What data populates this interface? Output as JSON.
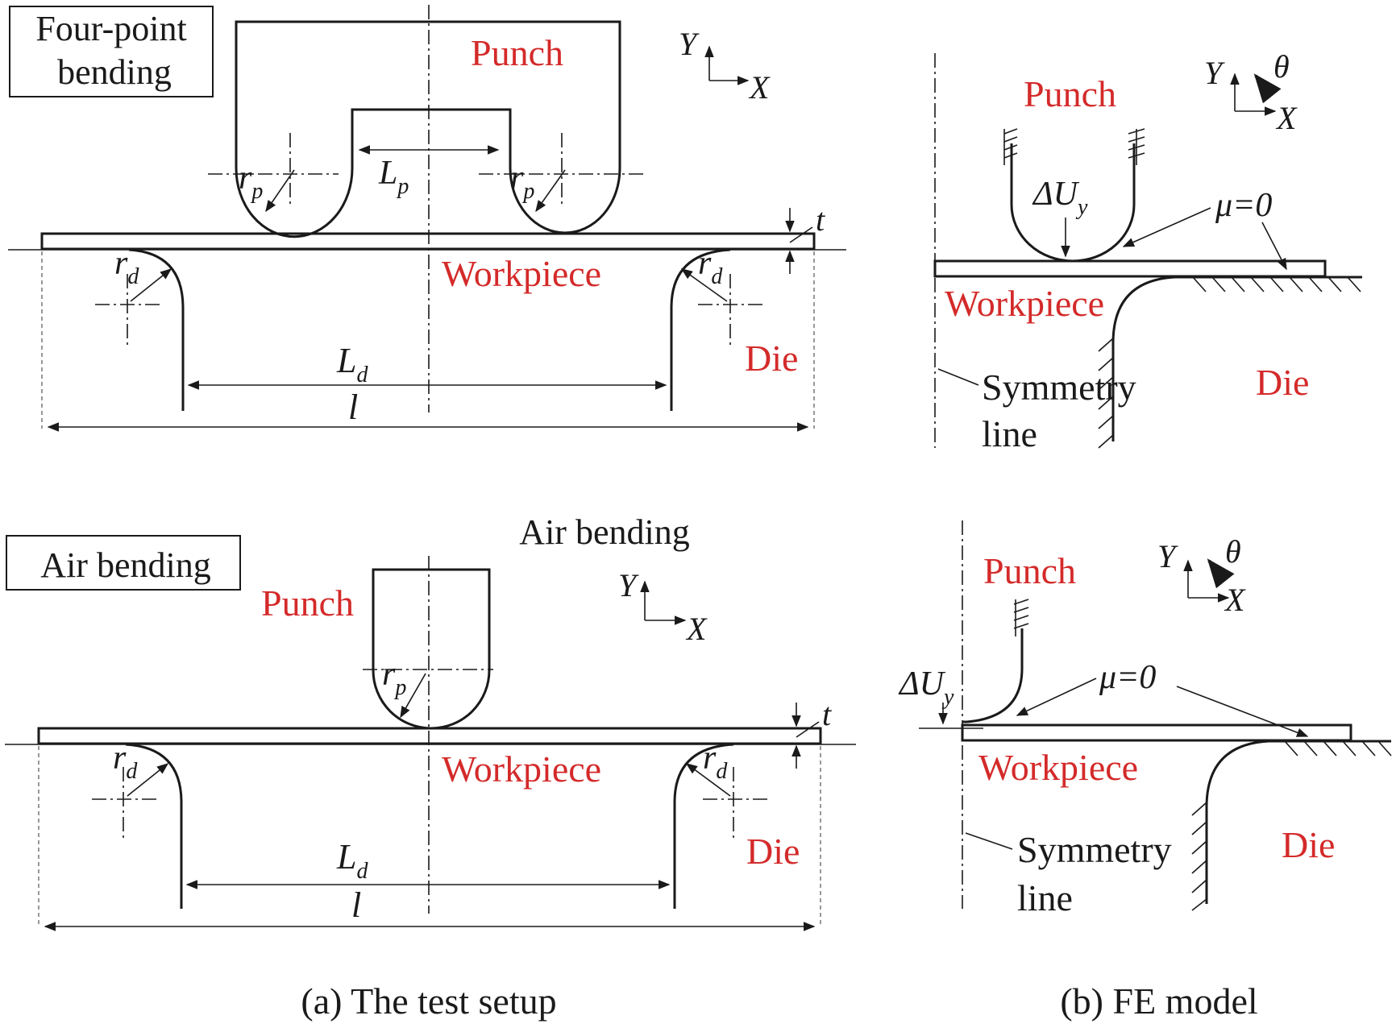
{
  "panel_a": {
    "box_four_point_line1": "Four-point",
    "box_four_point_line2": "bending",
    "box_air": "Air bending",
    "air_heading": "Air bending",
    "caption": "(a) The test setup"
  },
  "panel_b": {
    "caption": "(b) FE model"
  },
  "labels": {
    "punch": "Punch",
    "workpiece": "Workpiece",
    "die": "Die",
    "symmetry_line1": "Symmetry",
    "symmetry_line2": "line"
  },
  "symbols": {
    "x": "X",
    "y": "Y",
    "theta": "θ",
    "rp_main": "r",
    "rp_sub": "p",
    "rd_main": "r",
    "rd_sub": "d",
    "lp_main": "L",
    "lp_sub": "p",
    "ld_main": "L",
    "ld_sub": "d",
    "l": "l",
    "t": "t",
    "du_main": "ΔU",
    "du_sub": "y",
    "mu": "μ=0"
  },
  "colors": {
    "label_red": "#d42a2a",
    "line": "#1a1a1a"
  }
}
